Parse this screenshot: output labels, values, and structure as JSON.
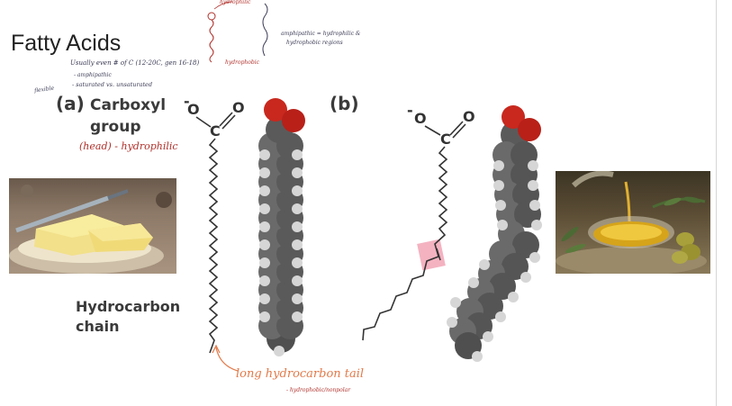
{
  "slide": {
    "title": "Fatty Acids",
    "panel_a_label": "(a)",
    "carboxyl_label_line1": "Carboxyl",
    "carboxyl_label_line2": "group",
    "hydrocarbon_label_line1": "Hydrocarbon",
    "hydrocarbon_label_line2": "chain",
    "panel_b_label": "(b)"
  },
  "atoms": {
    "charge": "-",
    "o1": "O",
    "c1": "C",
    "o2": "O"
  },
  "annotations": {
    "head_note": "(head) - hydrophilic",
    "chain_note_line1": "long hydrocarbon tail",
    "chain_note_line2": "- hydrophobic/nonpolar",
    "amphipathic_note_line1": "amphipathic = hydrophilic &",
    "amphipathic_note_line2": "hydrophobic regions",
    "hydrophobic_note": "hydrophobic",
    "hydrophilic_note": "hydrophilic",
    "usually_note": "Usually even # of C (12-20C, gen 16-18)",
    "amphipathic_small": "- amphipathic",
    "saturated_note": "- saturated vs. unsaturated",
    "margin_note": "flexible"
  },
  "colors": {
    "handwriting_red": "#b0302a",
    "handwriting_orange": "#e27a4a",
    "handwriting_dark": "#3a3a55",
    "highlight_pink": "#f2a5b5",
    "oxygen_red": "#c8281e",
    "carbon_gray": "#5d5d5d",
    "hydrogen_light": "#d6d6d6"
  },
  "images": {
    "left_photo": "butter-photo",
    "right_photo": "olive-oil-photo"
  }
}
